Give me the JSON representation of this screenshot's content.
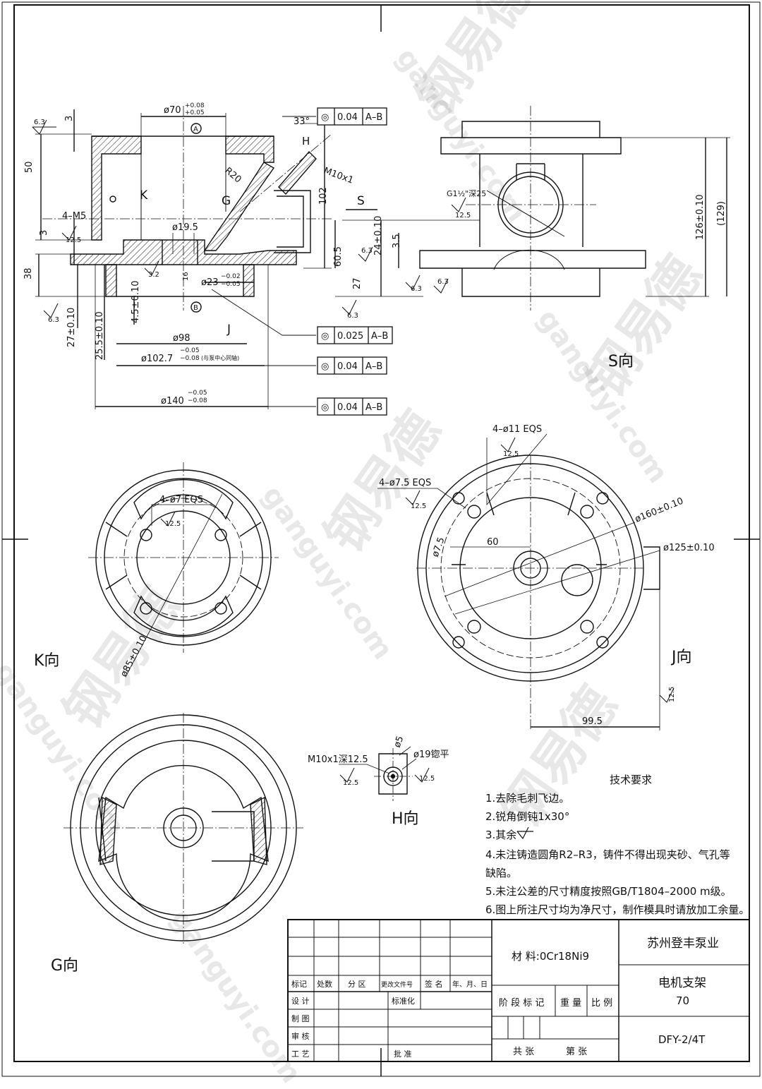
{
  "views": {
    "s_view": "S向",
    "k_view": "K向",
    "j_view": "J向",
    "h_view": "H向",
    "g_view": "G向"
  },
  "section_letters": {
    "K": "K",
    "G": "G",
    "S": "S",
    "H": "H",
    "J": "J",
    "datum_a": "A",
    "datum_b": "B"
  },
  "dimensions": {
    "d70": "ø70",
    "d70_tol_upper": "+0.08",
    "d70_tol_lower": "+0.05",
    "angle33": "33°",
    "m10x1": "M10x1",
    "r20": "R20",
    "d102": "102",
    "h50": "50",
    "h3a": "3",
    "h3b": "3",
    "h38": "38",
    "m5": "4–M5",
    "d19_5": "ø19.5",
    "d23": "ø23",
    "d23_tol_upper": "−0.02",
    "d23_tol_lower": "−0.05",
    "h16": "16",
    "h4_5": "4.5±0.10",
    "d98": "ø98",
    "d102_7": "ø102.7",
    "d102_7_tol_upper": "−0.05",
    "d102_7_tol_lower": "−0.08",
    "d102_7_note": "(与泵中心同轴)",
    "h27_left": "27±0.10",
    "h25_5": "25.5±0.10",
    "d140": "ø140",
    "d140_tol_upper": "−0.05",
    "d140_tol_lower": "−0.08",
    "h60_5": "60.5",
    "h24": "24±0.10",
    "h3_5": "3.5",
    "h27_s": "27",
    "h126": "126±0.10",
    "h129": "(129)",
    "g_thread": "G1½\"深25",
    "holes_11": "4–ø11 EQS",
    "holes_7_5": "4–ø7.5 EQS",
    "holes_7": "4–ø7 EQS",
    "d160": "ø160±0.10",
    "d125": "ø125±0.10",
    "d7_5": "ø7.5",
    "d60": "60",
    "d85": "ø85±0.10",
    "w99_5": "99.5",
    "m10_deep": "M10x1深12.5",
    "d5": "ø5",
    "d19_face": "ø19锪平"
  },
  "roughness": {
    "r6_3": "6.3",
    "r3_2": "3.2",
    "r12_5": "12.5"
  },
  "tolerance_frames": [
    {
      "symbol": "◎",
      "value": "0.04",
      "datum": "A–B"
    },
    {
      "symbol": "◎",
      "value": "0.025",
      "datum": "A–B"
    },
    {
      "symbol": "◎",
      "value": "0.04",
      "datum": "A–B"
    },
    {
      "symbol": "◎",
      "value": "0.04",
      "datum": "A–B"
    }
  ],
  "tech_requirements": {
    "title": "技术要求",
    "items": [
      "1.去除毛刺飞边。",
      "2.锐角倒钝1x30°",
      "3.其余",
      "4.未注铸造圆角R2–R3，铸件不得出现夹砂、气孔等",
      "缺陷。",
      "5.未注公差的尺寸精度按照GB/T1804–2000 m级。",
      "6.图上所注尺寸均为净尺寸，制作模具时请放加工余量。"
    ]
  },
  "title_block": {
    "material": "材  料:0Cr18Ni9",
    "company": "苏州登丰泵业",
    "part_name": "电机支架",
    "part_no": "70",
    "drawing_no": "DFY-2/4T",
    "headers": [
      "标记",
      "处数",
      "分 区",
      "更改文件号",
      "签 名",
      "年、月、日"
    ],
    "roles": [
      "设 计",
      "制 图",
      "审 核",
      "工 艺"
    ],
    "standardize": "标准化",
    "approve": "批 准",
    "stage_mark": "阶 段 标 记",
    "weight": "重 量",
    "scale": "比 例",
    "total_sheets": "共    张",
    "sheet_no": "第    张"
  },
  "watermark": {
    "brand": "钢易德",
    "site": "ganguyi.com"
  },
  "colors": {
    "line": "#111111",
    "watermark": "#000000"
  }
}
